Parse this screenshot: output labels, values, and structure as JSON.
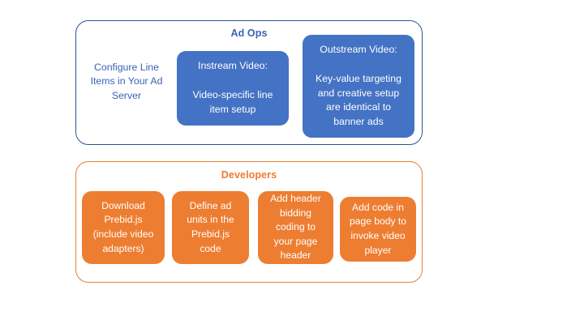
{
  "diagram": {
    "background_color": "#FFFFFF",
    "groups": [
      {
        "id": "ad-ops",
        "title": "Ad Ops",
        "title_color": "#3A63B8",
        "border_color": "#2E5395",
        "nodes": [
          {
            "id": "configure-line-items",
            "style": "plain",
            "text_color": "#3A63B8",
            "text": "Configure Line\nItems in Your Ad\nServer"
          },
          {
            "id": "instream-video",
            "style": "filled",
            "fill_color": "#4472C4",
            "text_color": "#FFFFFF",
            "text": "Instream Video:\n\nVideo-specific line\nitem setup"
          },
          {
            "id": "outstream-video",
            "style": "filled",
            "fill_color": "#4472C4",
            "text_color": "#FFFFFF",
            "text": "Outstream Video:\n\nKey-value targeting\nand creative setup\nare identical to\nbanner ads"
          }
        ]
      },
      {
        "id": "developers",
        "title": "Developers",
        "title_color": "#ED7D31",
        "border_color": "#ED7D31",
        "nodes": [
          {
            "id": "download-prebid",
            "style": "filled",
            "fill_color": "#ED7D31",
            "text_color": "#FFFFFF",
            "text": "Download\nPrebid.js\n(include video\nadapters)"
          },
          {
            "id": "define-ad-units",
            "style": "filled",
            "fill_color": "#ED7D31",
            "text_color": "#FFFFFF",
            "text": "Define ad\nunits in the\nPrebid.js\ncode"
          },
          {
            "id": "add-header-bidding-code",
            "style": "filled",
            "fill_color": "#ED7D31",
            "text_color": "#FFFFFF",
            "text": "Add header\nbidding\ncoding to\nyour page\nheader"
          },
          {
            "id": "add-page-body-code",
            "style": "filled",
            "fill_color": "#ED7D31",
            "text_color": "#FFFFFF",
            "text": "Add code in\npage body to\ninvoke video\nplayer"
          }
        ]
      }
    ]
  }
}
